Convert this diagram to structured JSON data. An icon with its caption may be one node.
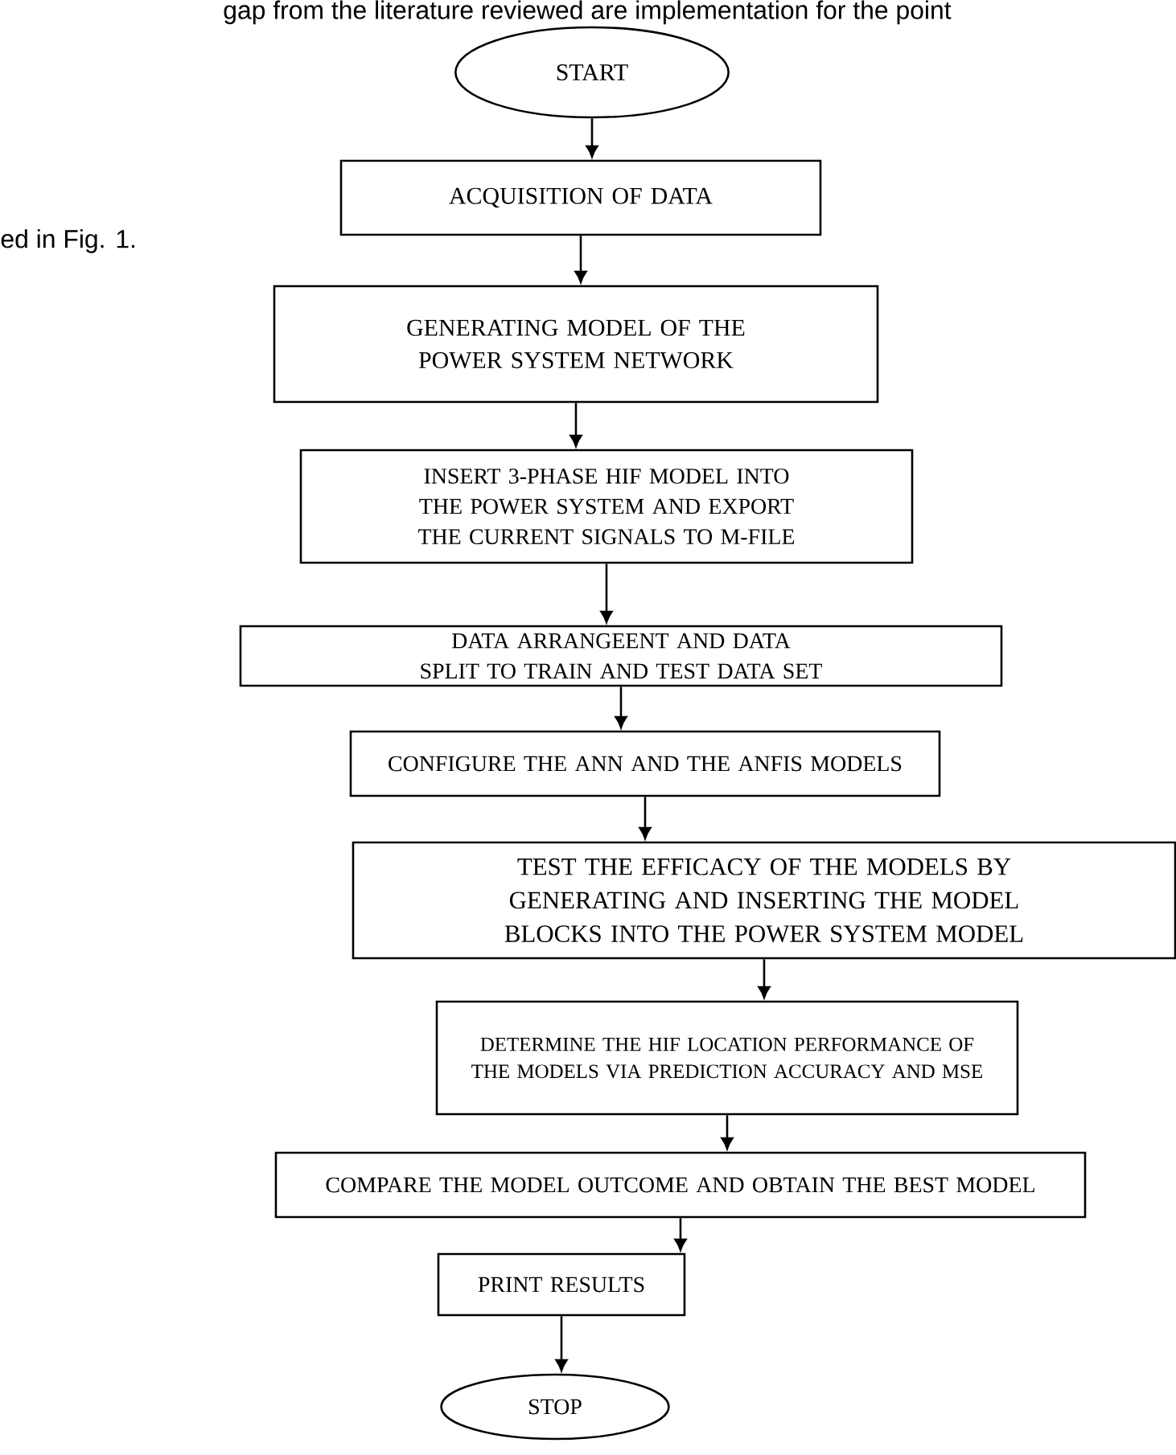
{
  "diagram": {
    "nodes": [
      {
        "text": [
          "START"
        ]
      },
      {
        "text": [
          "ACQUISITION OF DATA"
        ]
      },
      {
        "text": [
          "GENERATING MODEL OF THE POWER SYSTEM NETWORK"
        ]
      },
      {
        "text": [
          "INSERT 3-PHASE HIF MODEL INTO THE POWER SYSTEM AND EXPORT THE CURRENT SIGNALS TO M-FILE"
        ]
      },
      {
        "text": [
          "DATA ARRANGEENT AND DATA SPLIT TO TRAIN AND TEST DATA SET"
        ]
      },
      {
        "text": [
          "CONFIGURE THE ANN AND THE ANFIS MODELS"
        ]
      },
      {
        "text": [
          "TEST THE EFFICACY OF THE MODELS BY GENERATING AND INSERTING THE MODEL BLOCKS INTO THE POWER SYSTEM MODEL"
        ]
      },
      {
        "text": [
          "DETERMINE THE HIF LOCATION PERFORMANCE OF THE MODELS VIA PREDICTION ACCURACY AND MSE"
        ]
      },
      {
        "text": [
          "COMPARE THE MODEL OUTCOME AND OBTAIN THE BEST MODEL"
        ]
      },
      {
        "text": [
          "PRINT RESULTS"
        ]
      },
      {
        "text": [
          "STOP"
        ]
      }
    ],
    "edges": [
      {
        "from": 0,
        "to": 1,
        "arrow": "to"
      },
      {
        "from": 1,
        "to": 2,
        "arrow": "to"
      },
      {
        "from": 2,
        "to": 3,
        "arrow": "to"
      },
      {
        "from": 3,
        "to": 4,
        "arrow": "to"
      },
      {
        "from": 4,
        "to": 5,
        "arrow": "to"
      },
      {
        "from": 5,
        "to": 6,
        "arrow": "to"
      },
      {
        "from": 6,
        "to": 7,
        "arrow": "to"
      },
      {
        "from": 7,
        "to": 8,
        "arrow": "to"
      },
      {
        "from": 8,
        "to": 9,
        "arrow": "to"
      },
      {
        "from": 9,
        "to": 10,
        "arrow": "to"
      }
    ],
    "labels": [
      "gap from the literature reviewed are implementation for the point",
      "ed in Fig. 1."
    ]
  }
}
